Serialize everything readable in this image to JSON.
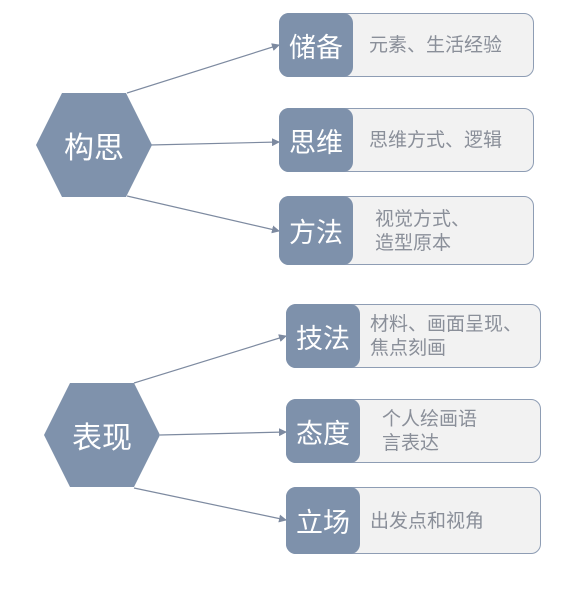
{
  "colors": {
    "hexagon": "#7f92ac",
    "label": "#7e91ab",
    "box_fill": "#f2f2f2",
    "box_border": "#8e9db4",
    "desc_text": "#8a8f99",
    "arrow": "#7d8aa0"
  },
  "groups": [
    {
      "title": "构思",
      "items": [
        {
          "label": "储备",
          "desc": [
            "元素、生活经验"
          ]
        },
        {
          "label": "思维",
          "desc": [
            "思维方式、逻辑"
          ]
        },
        {
          "label": "方法",
          "desc": [
            "视觉方式、",
            "造型原本"
          ]
        }
      ]
    },
    {
      "title": "表现",
      "items": [
        {
          "label": "技法",
          "desc": [
            "材料、画面呈现、",
            "焦点刻画"
          ]
        },
        {
          "label": "态度",
          "desc": [
            "个人绘画语",
            "言表达"
          ]
        },
        {
          "label": "立场",
          "desc": [
            "出发点和视角"
          ]
        }
      ]
    }
  ]
}
